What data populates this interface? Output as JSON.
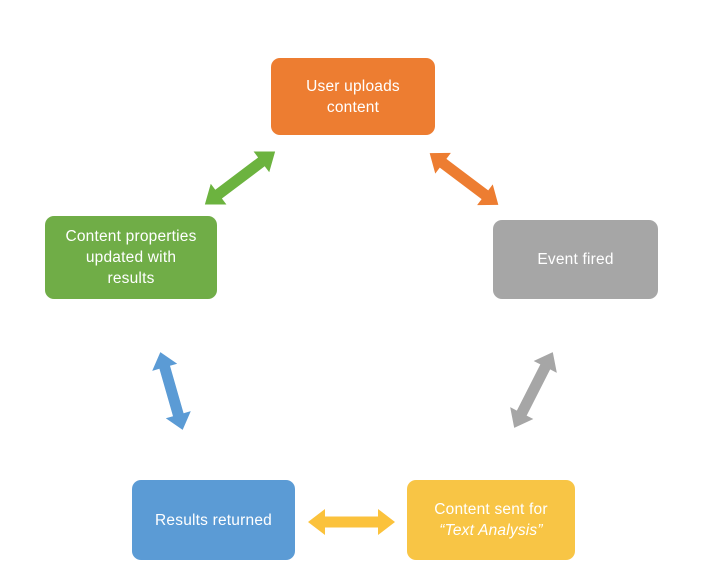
{
  "diagram": {
    "type": "cycle",
    "background": "#ffffff",
    "text_color": "#ffffff",
    "nodes": [
      {
        "id": "user-uploads-content",
        "label": "User uploads content",
        "lines": [
          "User uploads",
          "content"
        ],
        "color": "#ED7D31"
      },
      {
        "id": "event-fired",
        "label": "Event fired",
        "lines": [
          "Event fired"
        ],
        "color": "#A6A6A6"
      },
      {
        "id": "content-sent-for-text-analysis",
        "label": "Content sent for “Text Analysis”",
        "lines": [
          "Content sent for",
          "“Text Analysis”"
        ],
        "color": "#F8C545"
      },
      {
        "id": "results-returned",
        "label": "Results returned",
        "lines": [
          "Results returned"
        ],
        "color": "#5B9BD5"
      },
      {
        "id": "content-properties-updated-with-results",
        "label": "Content properties updated with results",
        "lines": [
          "Content properties",
          "updated with",
          "results"
        ],
        "color": "#70AD47"
      }
    ],
    "arrows": [
      {
        "id": "props-upload",
        "connects": [
          "content-properties-updated-with-results",
          "user-uploads-content"
        ],
        "style": "double-headed",
        "color": "#6CB33F"
      },
      {
        "id": "upload-event",
        "connects": [
          "user-uploads-content",
          "event-fired"
        ],
        "style": "double-headed",
        "color": "#ED7D31"
      },
      {
        "id": "event-analysis",
        "connects": [
          "event-fired",
          "content-sent-for-text-analysis"
        ],
        "style": "double-headed",
        "color": "#A6A6A6"
      },
      {
        "id": "analysis-results",
        "connects": [
          "content-sent-for-text-analysis",
          "results-returned"
        ],
        "style": "double-headed",
        "color": "#FBC23C"
      },
      {
        "id": "results-props",
        "connects": [
          "results-returned",
          "content-properties-updated-with-results"
        ],
        "style": "double-headed",
        "color": "#5B9BD5"
      }
    ]
  }
}
